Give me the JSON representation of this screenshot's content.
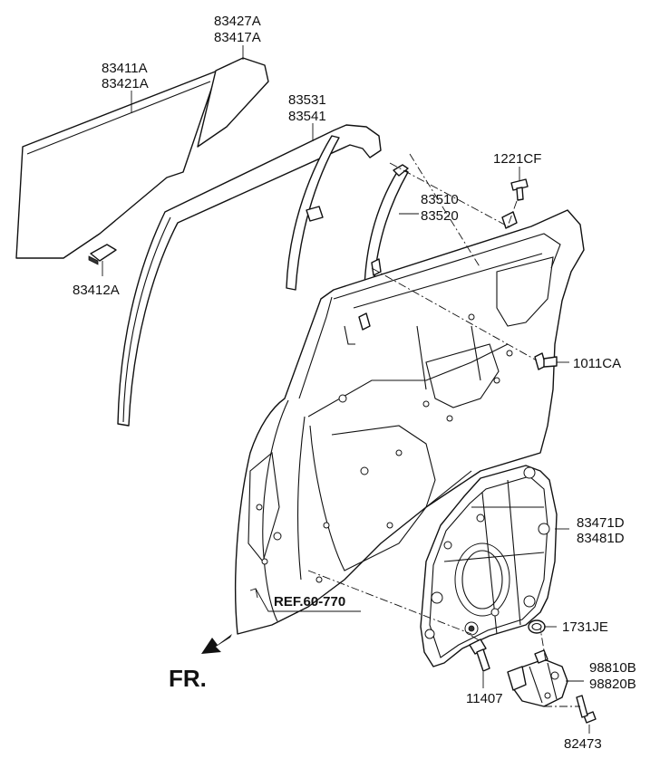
{
  "labels": {
    "glass_main": [
      "83411A",
      "83421A"
    ],
    "glass_quarter": [
      "83427A",
      "83417A"
    ],
    "run_channel": [
      "83531",
      "83541"
    ],
    "center_channel": [
      "83510",
      "83520"
    ],
    "clip": "83412A",
    "screw_1221": "1221CF",
    "bolt_1011": "1011CA",
    "module_panel": [
      "83471D",
      "83481D"
    ],
    "grommet": "1731JE",
    "motor": [
      "98810B",
      "98820B"
    ],
    "bolt_11407": "11407",
    "screw_82473": "82473",
    "ref": "REF.60-770",
    "front": "FR."
  }
}
